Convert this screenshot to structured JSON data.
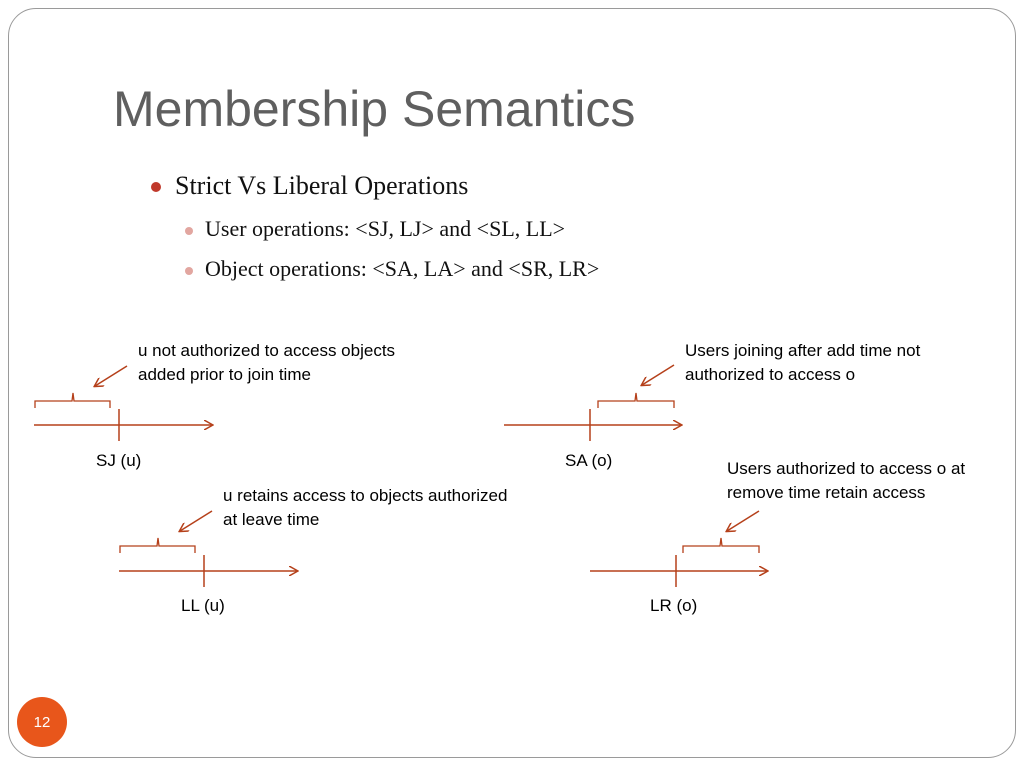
{
  "slide": {
    "title": "Membership Semantics",
    "page_number": "12"
  },
  "bullets": {
    "level1": "Strict Vs Liberal Operations",
    "level2": [
      "User operations: <SJ, LJ> and <SL, LL>",
      "Object operations: <SA, LA> and <SR, LR>"
    ]
  },
  "diagrams": {
    "sj": {
      "note": "u not authorized to access objects\nadded prior to join time",
      "label": "SJ (u)"
    },
    "sa": {
      "note": "Users joining after add time not\nauthorized to access o",
      "label": "SA (o)"
    },
    "ll": {
      "note": "u retains access to objects authorized\nat leave time",
      "label": "LL (u)"
    },
    "lr": {
      "note": "Users authorized to access o at\nremove time retain access",
      "label": "LR (o)"
    }
  },
  "colors": {
    "accent": "#b5401a",
    "title_text": "#5f5f5f",
    "badge": "#e8561b",
    "bullet_l1": "#c0392b",
    "bullet_l2": "#e2a6a0"
  }
}
